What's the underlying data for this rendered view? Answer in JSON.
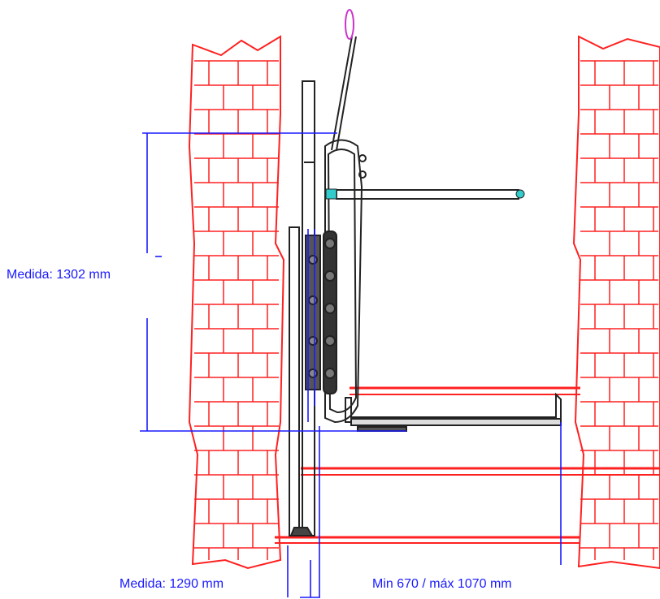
{
  "labels": {
    "height": "Medida: 1302 mm",
    "width": "Medida: 1290 mm",
    "range": "Min 670 / máx 1070 mm"
  },
  "colors": {
    "brick": "#ff2020",
    "dimension": "#1a1aff",
    "label_text": "#1a1aff",
    "machine": "#222222",
    "handle": "#cc33cc",
    "pivot": "#33cccc"
  }
}
